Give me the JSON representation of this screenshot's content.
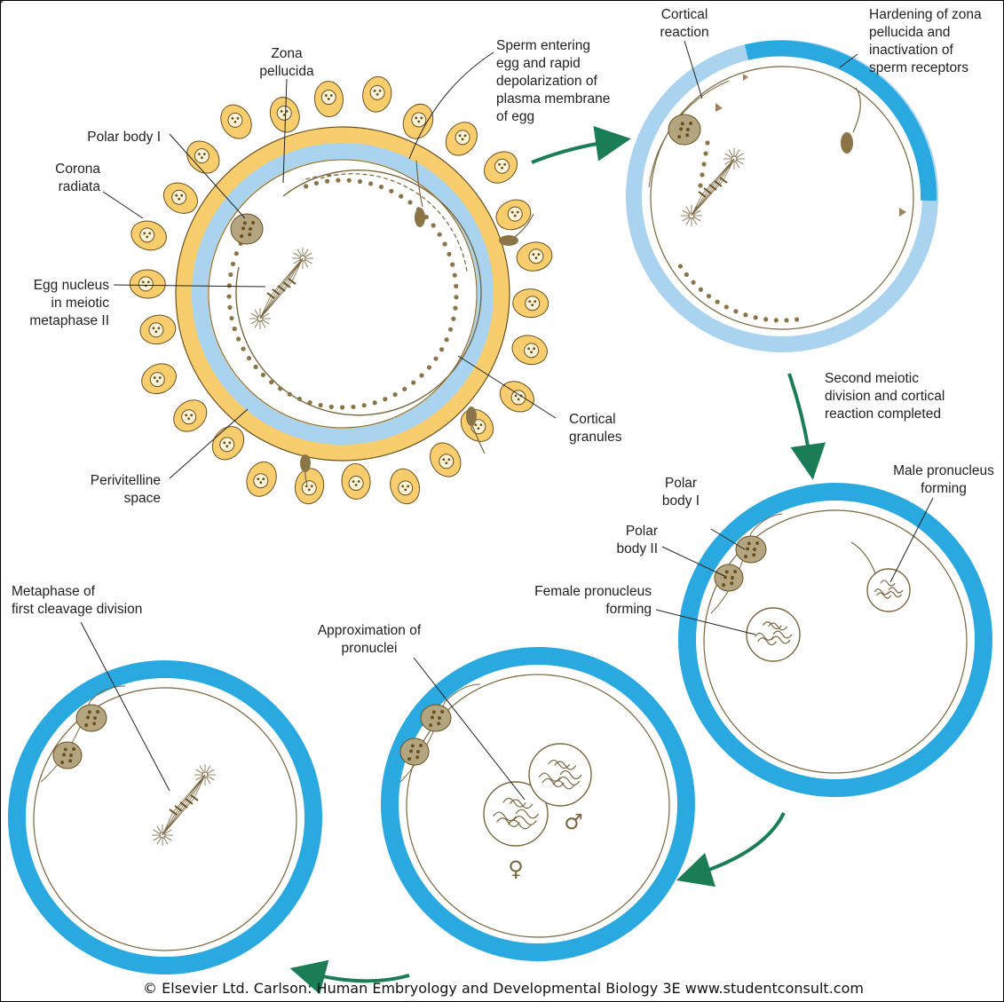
{
  "labels": {
    "zona_pellucida": [
      "Zona",
      "pellucida"
    ],
    "sperm_entering": [
      "Sperm entering",
      "egg and rapid",
      "depolarization of",
      "plasma membrane",
      "of egg"
    ],
    "polar_body_1": [
      "Polar body I"
    ],
    "corona_radiata": [
      "Corona",
      "radiata"
    ],
    "egg_nucleus": [
      "Egg nucleus",
      "in meiotic",
      "metaphase II"
    ],
    "perivitelline": [
      "Perivitelline",
      "space"
    ],
    "cortical_granules": [
      "Cortical",
      "granules"
    ],
    "cortical_reaction": [
      "Cortical",
      "reaction"
    ],
    "hardening": [
      "Hardening of zona",
      "pellucida and",
      "inactivation of",
      "sperm receptors"
    ],
    "second_meiotic": [
      "Second meiotic",
      "division and cortical",
      "reaction completed"
    ],
    "male_pronucleus": [
      "Male pronucleus",
      "forming"
    ],
    "polar_body_1b": [
      "Polar",
      "body I"
    ],
    "polar_body_2": [
      "Polar",
      "body II"
    ],
    "female_pronucleus": [
      "Female pronucleus",
      "forming"
    ],
    "approximation": [
      "Approximation of",
      "pronuclei"
    ],
    "metaphase_cleavage": [
      "Metaphase of",
      "first cleavage division"
    ]
  },
  "symbols": {
    "male": "♂",
    "female": "♀"
  },
  "credit": "© Elsevier Ltd. Carlson: Human Embryology and Developmental Biology 3E www.studentconsult.com",
  "colors": {
    "zona_light": "#a9d3ef",
    "zona_dark": "#2aa9e0",
    "corona": "#f8cd6e",
    "corona_outline": "#6b5020",
    "membrane": "#7a6740",
    "granule": "#8b7448",
    "arrow": "#1a7d55"
  }
}
